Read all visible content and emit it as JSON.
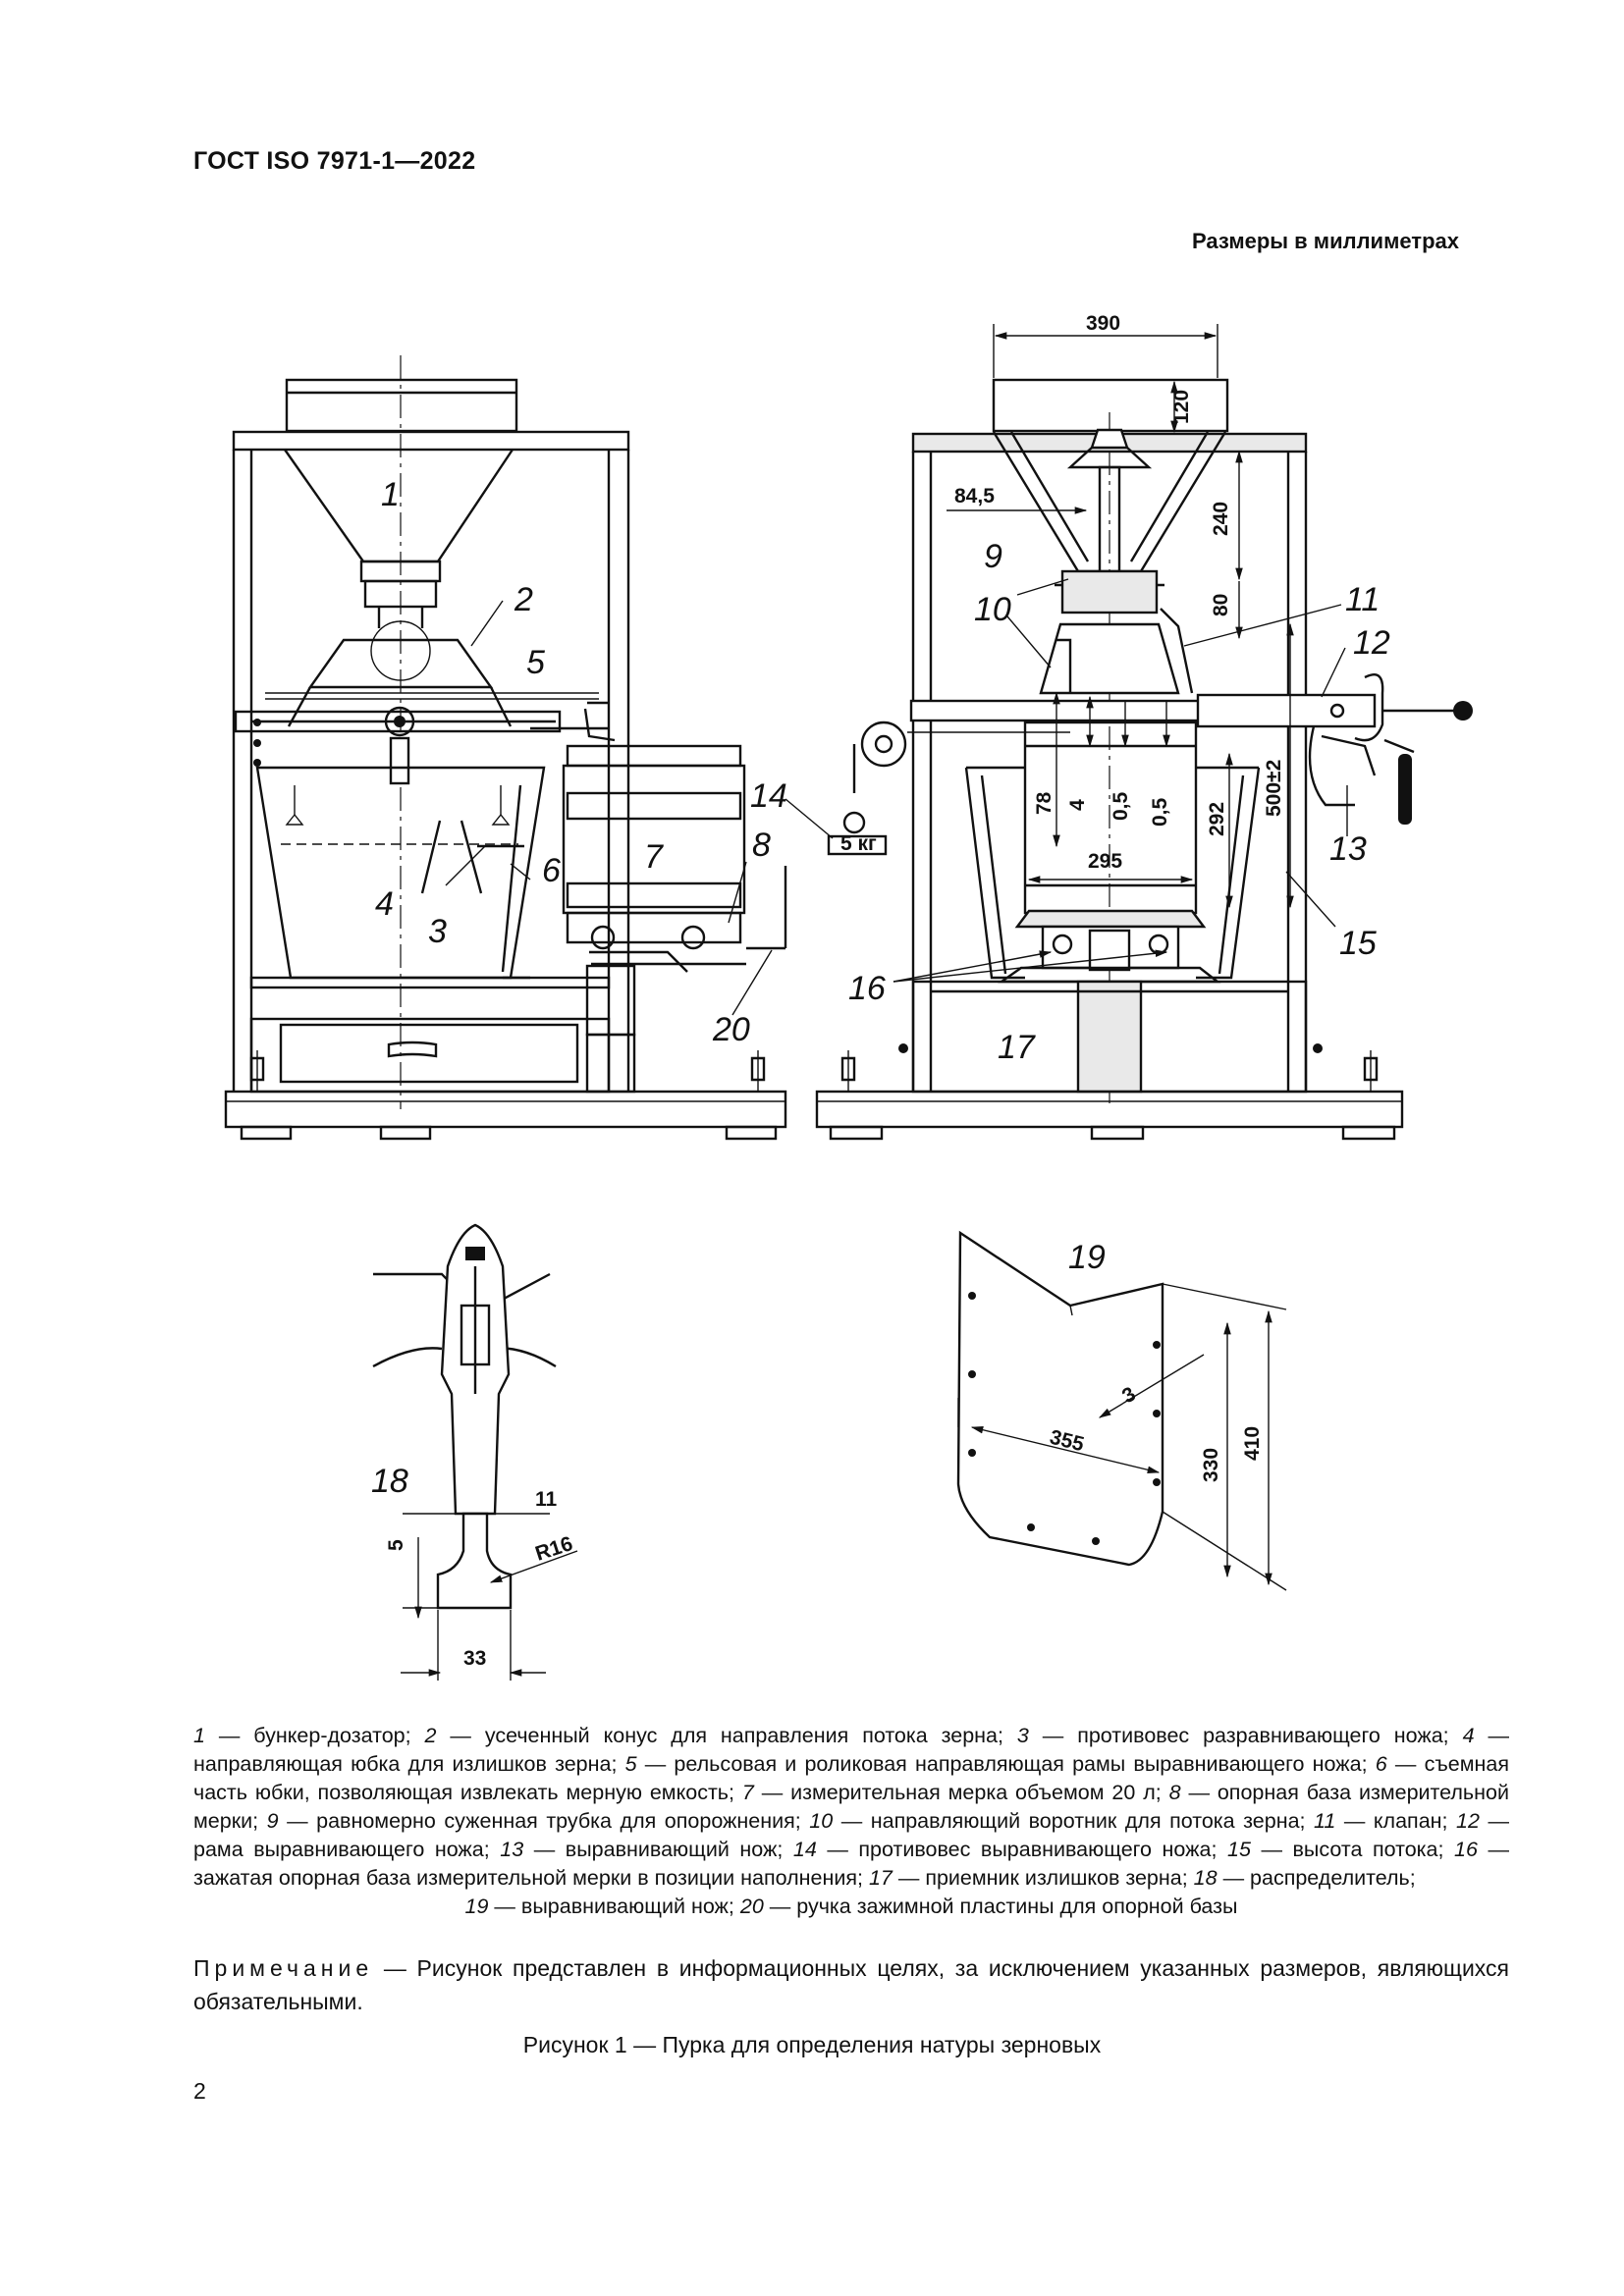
{
  "header": {
    "standard_code": "ГОСТ ISO 7971-1—2022"
  },
  "dimensions_note": "Размеры в миллиметрах",
  "figure": {
    "part_numbers": [
      "1",
      "2",
      "3",
      "4",
      "5",
      "6",
      "7",
      "8",
      "9",
      "10",
      "11",
      "12",
      "13",
      "14",
      "15",
      "16",
      "17",
      "18",
      "19",
      "20"
    ],
    "dimensions": {
      "d390": "390",
      "d120": "120",
      "d84_5": "84,5",
      "d240": "240",
      "d80": "80",
      "d78": "78",
      "d4": "4",
      "d0_5a": "0,5",
      "d0_5b": "0,5",
      "d295": "295",
      "d292": "292",
      "d500": "500±2",
      "d11": "11",
      "d5": "5",
      "dR16": "R16",
      "d33": "33",
      "d3": "3",
      "d355": "355",
      "d330": "330",
      "d410": "410"
    },
    "weight_label": "5 кг"
  },
  "legend": [
    {
      "num": "1",
      "text": " — бункер-дозатор; "
    },
    {
      "num": "2",
      "text": " — усеченный конус для направления потока зерна; "
    },
    {
      "num": "3",
      "text": " — противовес разравнивающего ножа; "
    },
    {
      "num": "4",
      "text": " — направляющая юбка для излишков зерна; "
    },
    {
      "num": "5",
      "text": " — рельсовая и роликовая направляющая рамы выравнивающего ножа; "
    },
    {
      "num": "6",
      "text": " — съемная часть юбки, позволяющая извлекать мерную емкость; "
    },
    {
      "num": "7",
      "text": " — измерительная мерка объемом 20 л; "
    },
    {
      "num": "8",
      "text": " — опорная база измерительной мерки; "
    },
    {
      "num": "9",
      "text": " — равномерно суженная трубка для опорожнения; "
    },
    {
      "num": "10",
      "text": " — направляющий воротник для потока зерна; "
    },
    {
      "num": "11",
      "text": " — клапан; "
    },
    {
      "num": "12",
      "text": " — рама выравнивающего ножа; "
    },
    {
      "num": "13",
      "text": " — выравнивающий нож; "
    },
    {
      "num": "14",
      "text": " — противовес выравнивающего ножа; "
    },
    {
      "num": "15",
      "text": " — высота потока; "
    },
    {
      "num": "16",
      "text": " — зажатая опорная база измерительной мерки в позиции наполнения; "
    },
    {
      "num": "17",
      "text": " — приемник излишков зерна; "
    },
    {
      "num": "18",
      "text": " — распределитель; "
    },
    {
      "num": "19",
      "text": " — выравнивающий нож; "
    },
    {
      "num": "20",
      "text": " — ручка зажимной пластины для опорной базы"
    }
  ],
  "note": {
    "label": "Примечание",
    "text": " — Рисунок представлен в информационных целях, за исключением указанных размеров, являющихся обязательными."
  },
  "caption": "Рисунок 1 — Пурка для определения натуры зерновых",
  "page_number": "2"
}
